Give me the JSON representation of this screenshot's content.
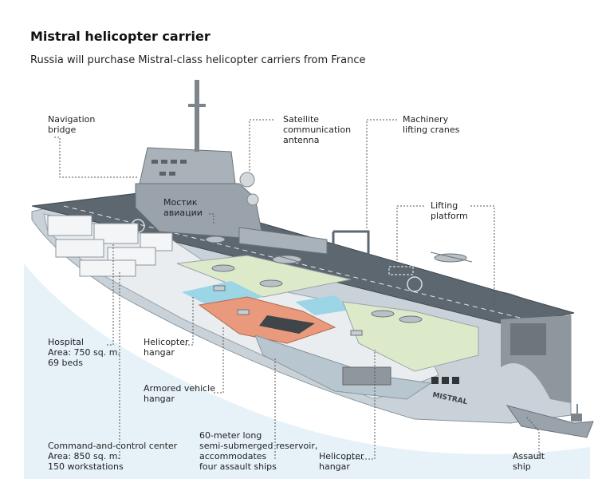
{
  "title": "Mistral helicopter carrier",
  "subtitle": "Russia will purchase Mistral-class helicopter carriers from France",
  "labels": {
    "navigation_bridge": [
      "Navigation",
      "bridge"
    ],
    "satellite_antenna": [
      "Satellite",
      "communication",
      "antenna"
    ],
    "machinery_cranes": [
      "Machinery",
      "lifting cranes"
    ],
    "lifting_platform": [
      "Lifting",
      "platform"
    ],
    "aviation_bridge": [
      "Мостик",
      "авиации"
    ],
    "hospital": [
      "Hospital",
      "Area: 750 sq. m.",
      "69 beds"
    ],
    "helicopter_hangar_upper": [
      "Helicopter",
      "hangar"
    ],
    "armored_vehicle_hangar": [
      "Armored vehicle",
      "hangar"
    ],
    "command_center": [
      "Command-and-control center",
      "Area: 850 sq. m.",
      "150 workstations"
    ],
    "reservoir": [
      "60-meter long",
      "semi-submerged reservoir,",
      "accommodates",
      "four assault ships"
    ],
    "helicopter_hangar_lower": [
      "Helicopter",
      "hangar"
    ],
    "assault_ship": [
      "Assault",
      "ship"
    ]
  },
  "hull_name": "MISTRAL",
  "colors": {
    "hull": "#c9d2d8",
    "deck": "#5d6770",
    "superstructure": "#9aa3ab",
    "hangar": "#dceac9",
    "armored_hangar": "#e99a7c",
    "water": "#dcecf4",
    "leader": "#555555"
  }
}
